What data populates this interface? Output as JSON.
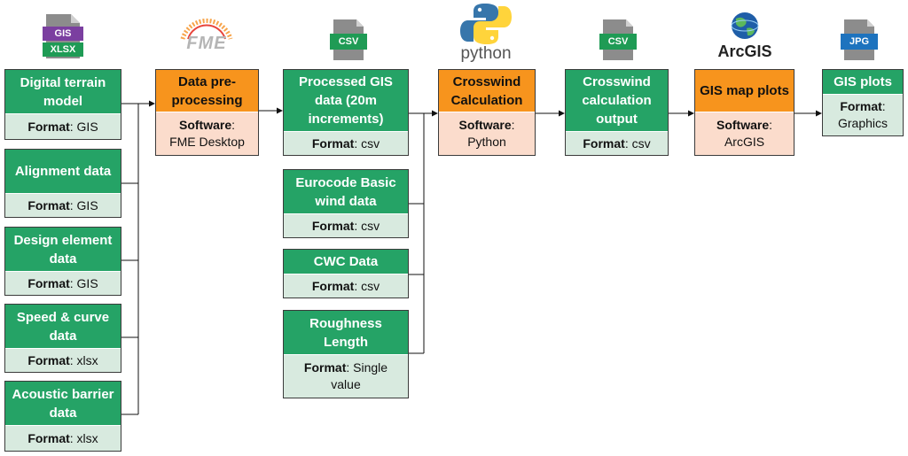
{
  "icons": {
    "gis_badge": "GIS",
    "xlsx_badge": "XLSX",
    "fme_logo": "FME",
    "csv_badge": "CSV",
    "python_logo": "python",
    "arcgis_logo": "ArcGIS",
    "jpg_badge": "JPG"
  },
  "inputs": {
    "dtm": {
      "title": "Digital terrain model",
      "label": "Format",
      "value": ": GIS"
    },
    "align": {
      "title": "Alignment data",
      "label": "Format",
      "value": ": GIS"
    },
    "design": {
      "title": "Design element data",
      "label": "Format",
      "value": ": GIS"
    },
    "speed": {
      "title": "Speed & curve data",
      "label": "Format",
      "value": ": xlsx"
    },
    "acoustic": {
      "title": "Acoustic barrier data",
      "label": "Format",
      "value": ": xlsx"
    }
  },
  "preprocess": {
    "title": "Data pre-processing",
    "label": "Software",
    "value": ":",
    "value2": "FME Desktop"
  },
  "processed": {
    "title": "Processed GIS data (20m increments)",
    "label": "Format",
    "value": ": csv"
  },
  "eurocode": {
    "title": "Eurocode Basic wind data",
    "label": "Format",
    "value": ": csv"
  },
  "cwc": {
    "title": "CWC Data",
    "label": "Format",
    "value": ": csv"
  },
  "roughness": {
    "title": "Roughness Length",
    "label": "Format",
    "value": ": Single",
    "value2": "value"
  },
  "crosswind": {
    "title": "Crosswind Calculation",
    "label": "Software",
    "value": ":",
    "value2": "Python"
  },
  "output": {
    "title": "Crosswind calculation output",
    "label": "Format",
    "value": ": csv"
  },
  "mapplots": {
    "title": "GIS map plots",
    "label": "Software",
    "value": ":",
    "value2": "ArcGIS"
  },
  "plots": {
    "title": "GIS plots",
    "label": "Format",
    "value": ":",
    "value2": "Graphics"
  },
  "colors": {
    "green": "#25a366",
    "green_light": "#d8eadf",
    "orange": "#f7941d",
    "orange_light": "#fbdccc",
    "file_green": "#1f9b55",
    "gis_purple": "#7b3fa0",
    "jpg_blue": "#1e73be"
  }
}
